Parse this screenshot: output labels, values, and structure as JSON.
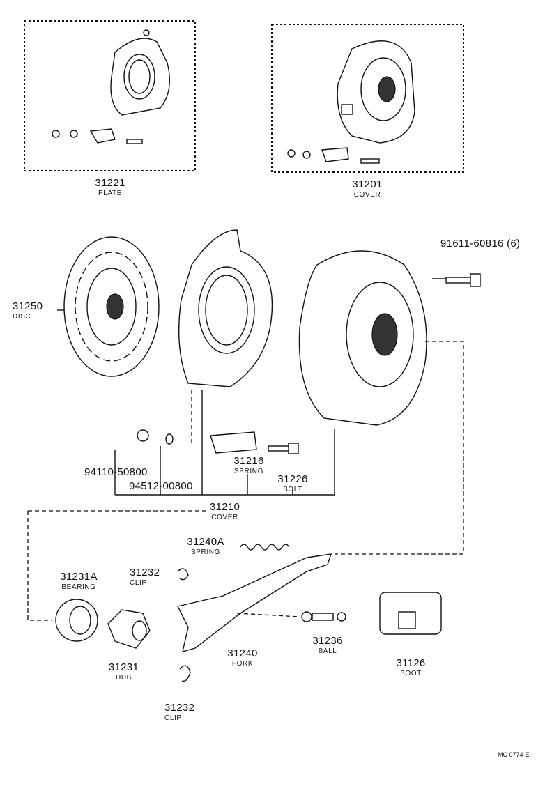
{
  "parts": [
    {
      "id": "p31221",
      "number": "31221",
      "name": "PLATE"
    },
    {
      "id": "p31201",
      "number": "31201",
      "name": "COVER"
    },
    {
      "id": "p91611",
      "number": "91611-60816 (6)",
      "name": ""
    },
    {
      "id": "p31250",
      "number": "31250",
      "name": "DISC"
    },
    {
      "id": "p94110",
      "number": "94110-50800",
      "name": ""
    },
    {
      "id": "p94512",
      "number": "94512-00800",
      "name": ""
    },
    {
      "id": "p31216",
      "number": "31216",
      "name": "SPRING"
    },
    {
      "id": "p31226",
      "number": "31226",
      "name": "BOLT"
    },
    {
      "id": "p31210",
      "number": "31210",
      "name": "COVER"
    },
    {
      "id": "p31240A",
      "number": "31240A",
      "name": "SPRING"
    },
    {
      "id": "p31232a",
      "number": "31232",
      "name": "CLIP"
    },
    {
      "id": "p31231A",
      "number": "31231A",
      "name": "BEARING"
    },
    {
      "id": "p31231",
      "number": "31231",
      "name": "HUB"
    },
    {
      "id": "p31240",
      "number": "31240",
      "name": "FORK"
    },
    {
      "id": "p31236",
      "number": "31236",
      "name": "BALL"
    },
    {
      "id": "p31126",
      "number": "31126",
      "name": "BOOT"
    },
    {
      "id": "p31232b",
      "number": "31232",
      "name": "CLIP"
    }
  ],
  "drawing_code": "MC 0774-E"
}
